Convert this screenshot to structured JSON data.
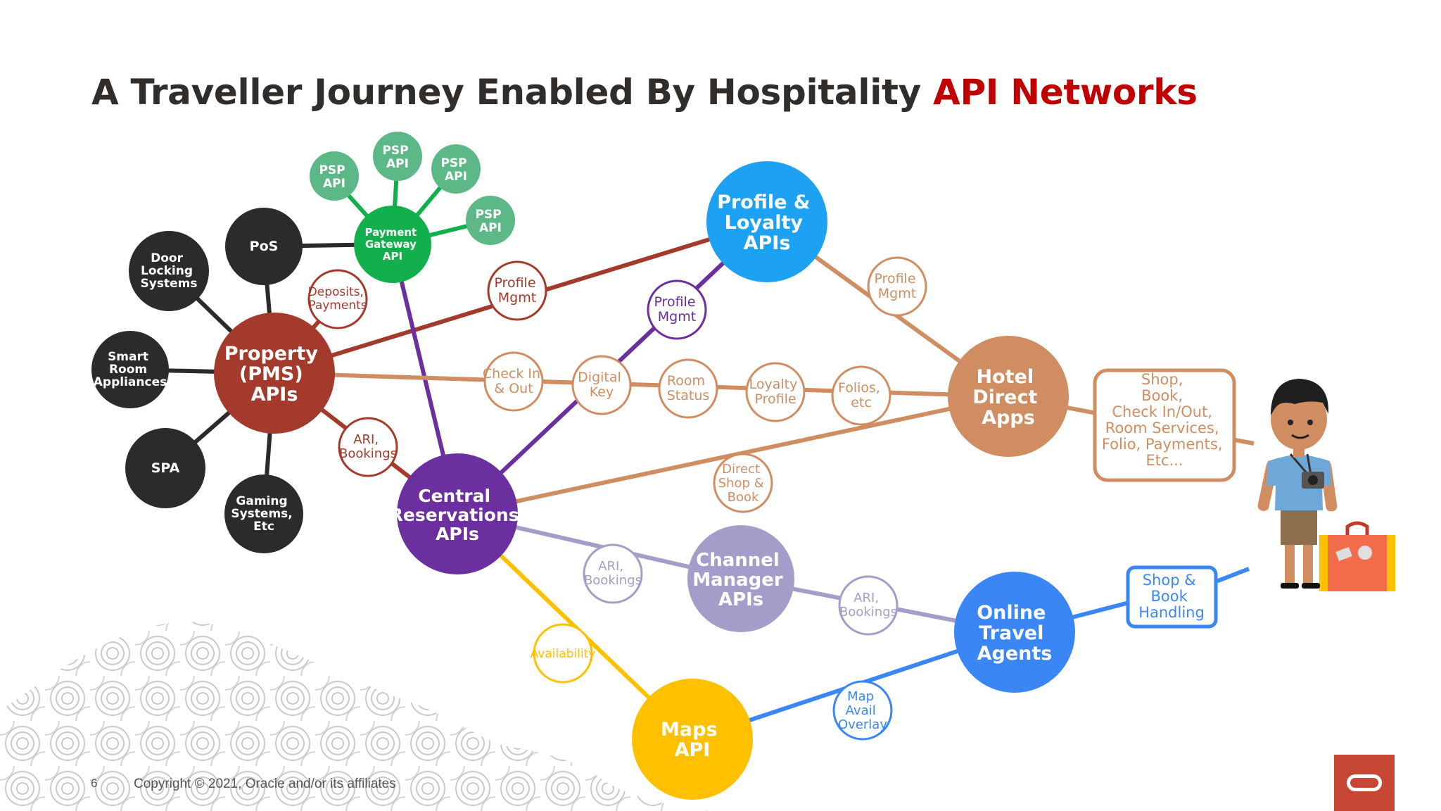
{
  "title": {
    "main": "A Traveller Journey Enabled By Hospitality ",
    "accent": "API Networks"
  },
  "footer": {
    "page_number": "6",
    "copyright": "Copyright © 2021, Oracle and/or its affiliates"
  },
  "colors": {
    "dark": "#2b2b2b",
    "property": "#a33a2b",
    "central": "#6b2fa0",
    "profile_loyalty": "#1da1f2",
    "hotel_direct": "#d08d62",
    "channel_manager": "#a59cc9",
    "online_travel": "#3a86f5",
    "maps": "#ffc000",
    "payment_gateway": "#12b04c",
    "psp": "#5cb887",
    "accent": "#c00000",
    "oracle": "#c74634"
  },
  "nodes": {
    "pos": [
      "PoS"
    ],
    "door_locking": [
      "Door",
      "Locking",
      "Systems"
    ],
    "smart_room": [
      "Smart",
      "Room",
      "Appliances"
    ],
    "spa": [
      "SPA"
    ],
    "gaming": [
      "Gaming",
      "Systems,",
      "Etc"
    ],
    "property": [
      "Property",
      "(PMS)",
      "APIs"
    ],
    "payment_gateway": [
      "Payment",
      "Gateway",
      "API"
    ],
    "psp1": [
      "PSP",
      "API"
    ],
    "psp2": [
      "PSP",
      "API"
    ],
    "psp3": [
      "PSP",
      "API"
    ],
    "psp4": [
      "PSP",
      "API"
    ],
    "central": [
      "Central",
      "Reservations",
      "APIs"
    ],
    "profile_loyalty": [
      "Profile &",
      "Loyalty",
      "APIs"
    ],
    "hotel_direct": [
      "Hotel",
      "Direct",
      "Apps"
    ],
    "channel_manager": [
      "Channel",
      "Manager",
      "APIs"
    ],
    "online_travel": [
      "Online",
      "Travel",
      "Agents"
    ],
    "maps": [
      "Maps",
      "API"
    ]
  },
  "labels": {
    "deposits": [
      "Deposits,",
      "Payments"
    ],
    "profile_mgmt_red": [
      "Profile",
      "Mgmt"
    ],
    "profile_mgmt_purple": [
      "Profile",
      "Mgmt"
    ],
    "profile_mgmt_tan": [
      "Profile",
      "Mgmt"
    ],
    "check_in_out": [
      "Check In",
      "& Out"
    ],
    "digital_key": [
      "Digital",
      "Key"
    ],
    "room_status": [
      "Room",
      "Status"
    ],
    "loyalty_profile": [
      "Loyalty",
      "Profile"
    ],
    "folios": [
      "Folios,",
      "etc"
    ],
    "ari_red": [
      "ARI,",
      "Bookings"
    ],
    "direct_shop": [
      "Direct",
      "Shop &",
      "Book"
    ],
    "ari_lavender_1": [
      "ARI,",
      "Bookings"
    ],
    "ari_lavender_2": [
      "ARI,",
      "Bookings"
    ],
    "availability": [
      "Availability"
    ],
    "map_avail": [
      "Map",
      "Avail",
      "Overlay"
    ]
  },
  "boxes": {
    "guest_services": [
      "Shop,",
      "Book,",
      "Check In/Out,",
      "Room Services,",
      "Folio, Payments,",
      "Etc..."
    ],
    "shop_book_handling": [
      "Shop &",
      "Book",
      "Handling"
    ]
  }
}
